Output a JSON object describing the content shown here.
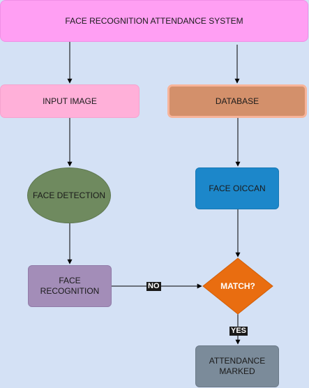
{
  "diagram": {
    "title": "FACE RECOGNITION ATTENDANCE SYSTEM",
    "nodes": {
      "input_image": "INPUT IMAGE",
      "database": "DATABASE",
      "face_detection": "FACE DETECTION",
      "face_oiccan": "FACE OICCAN",
      "face_recognition": "FACE\nRECOGNITION",
      "match": "MATCH?",
      "attendance_marked": "ATTENDANCE\nMARKED"
    },
    "edge_labels": {
      "no": "NO",
      "yes": "YES"
    },
    "edges": [
      {
        "from": "title",
        "to": "input_image"
      },
      {
        "from": "title",
        "to": "database"
      },
      {
        "from": "input_image",
        "to": "face_detection"
      },
      {
        "from": "database",
        "to": "face_oiccan"
      },
      {
        "from": "face_detection",
        "to": "face_recognition"
      },
      {
        "from": "face_oiccan",
        "to": "match"
      },
      {
        "from": "face_recognition",
        "to": "match",
        "label": "NO"
      },
      {
        "from": "match",
        "to": "attendance_marked",
        "label": "YES"
      }
    ],
    "colors": {
      "background": "#d4e1f5",
      "title": "#ff9ff3",
      "input_image": "#ffb0d9",
      "database": "#d3906b",
      "face_detection": "#6f8a5f",
      "face_oiccan": "#1c87ca",
      "face_recognition": "#a38db8",
      "match": "#e96d10",
      "attendance_marked": "#7b8b9a"
    }
  }
}
